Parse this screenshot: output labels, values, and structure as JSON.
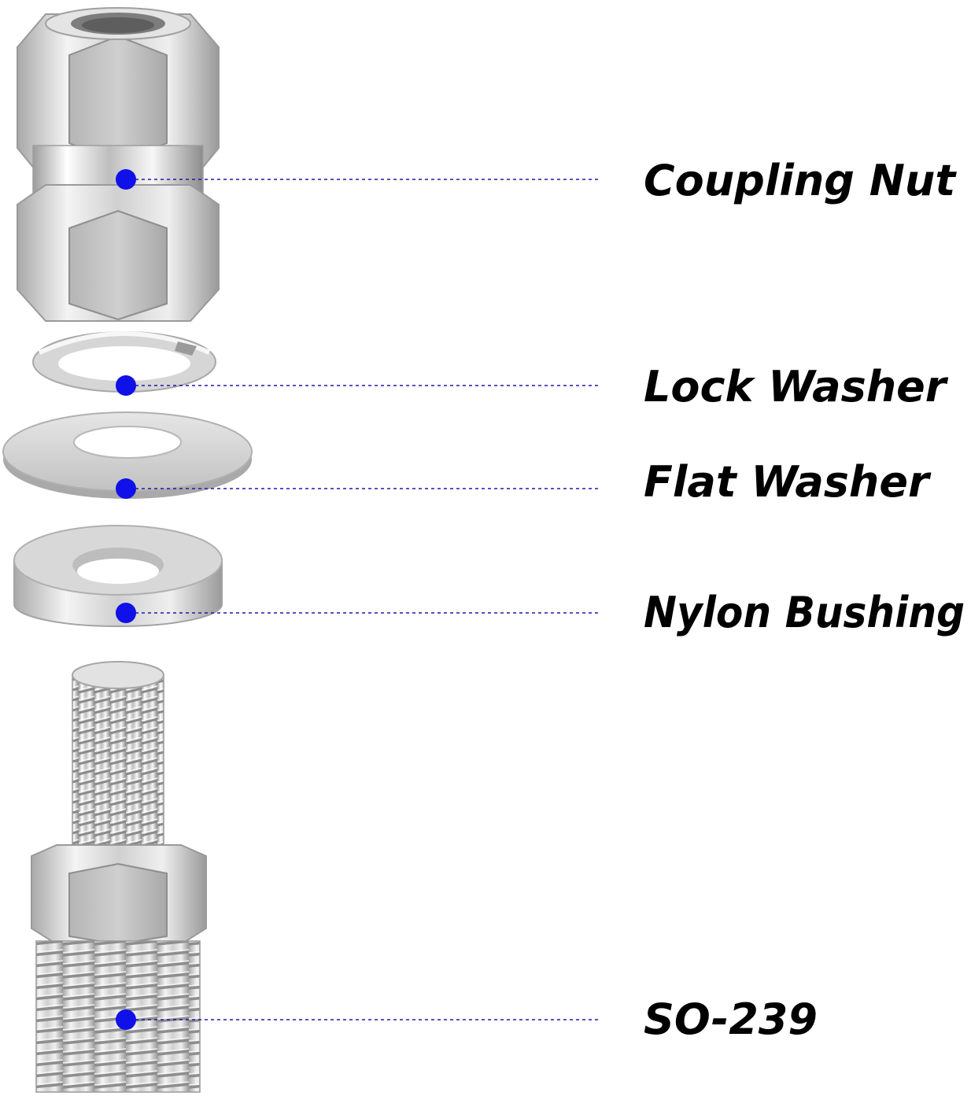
{
  "colors": {
    "dot": "#1010e8",
    "leader": "#1a1aa8",
    "label": "#000000",
    "metal_light": "#f2f2f2",
    "metal_mid": "#c9c9c9",
    "metal_dark": "#8f8f8f"
  },
  "parts": [
    {
      "key": "coupling-nut",
      "label": "Coupling Nut"
    },
    {
      "key": "lock-washer",
      "label": "Lock Washer"
    },
    {
      "key": "flat-washer",
      "label": "Flat Washer"
    },
    {
      "key": "nylon-bushing",
      "label": "Nylon Bushing"
    },
    {
      "key": "so-239",
      "label": "SO-239"
    }
  ]
}
